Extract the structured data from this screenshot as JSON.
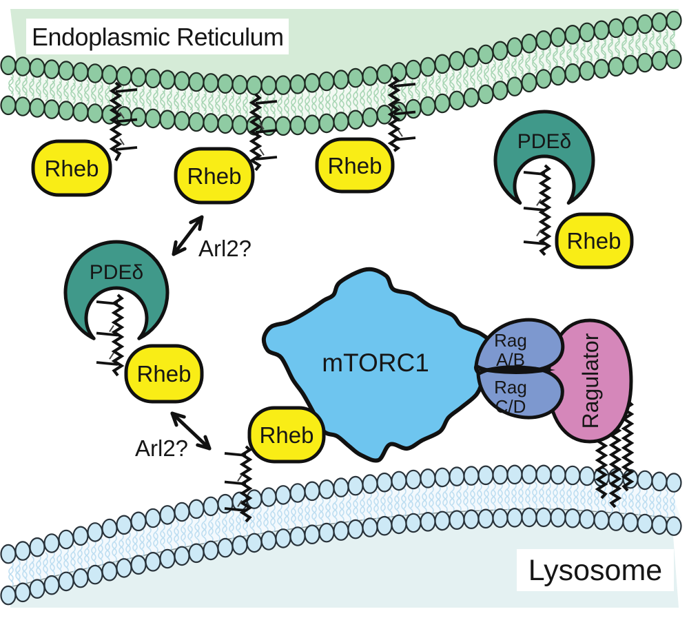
{
  "labels": {
    "er": "Endoplasmic Reticulum",
    "lysosome": "Lysosome",
    "rheb": "Rheb",
    "pde_delta": "PDEδ",
    "arl2": "Arl2?",
    "mtorc1": "mTORC1",
    "rag_top_line1": "Rag",
    "rag_top_line2": "A/B",
    "rag_bottom_line1": "Rag",
    "rag_bottom_line2": "C/D",
    "ragulator": "Ragulator"
  },
  "colors": {
    "er_lumen": "#d5ebd7",
    "er_head": "#8fcba3",
    "er_tail": "#a4d4b1",
    "er_band": "#f2f9f2",
    "lyso_lumen": "#e4f1f2",
    "lyso_head": "#cde9f6",
    "lyso_tail": "#badcf0",
    "lyso_band": "#f3f9fd",
    "rheb": "#f9ed16",
    "pde": "#40998a",
    "mtorc1": "#6ec5ef",
    "rag": "#7d98cf",
    "ragulator": "#d587ba",
    "outline": "#111111",
    "divider": "#6f8080"
  }
}
